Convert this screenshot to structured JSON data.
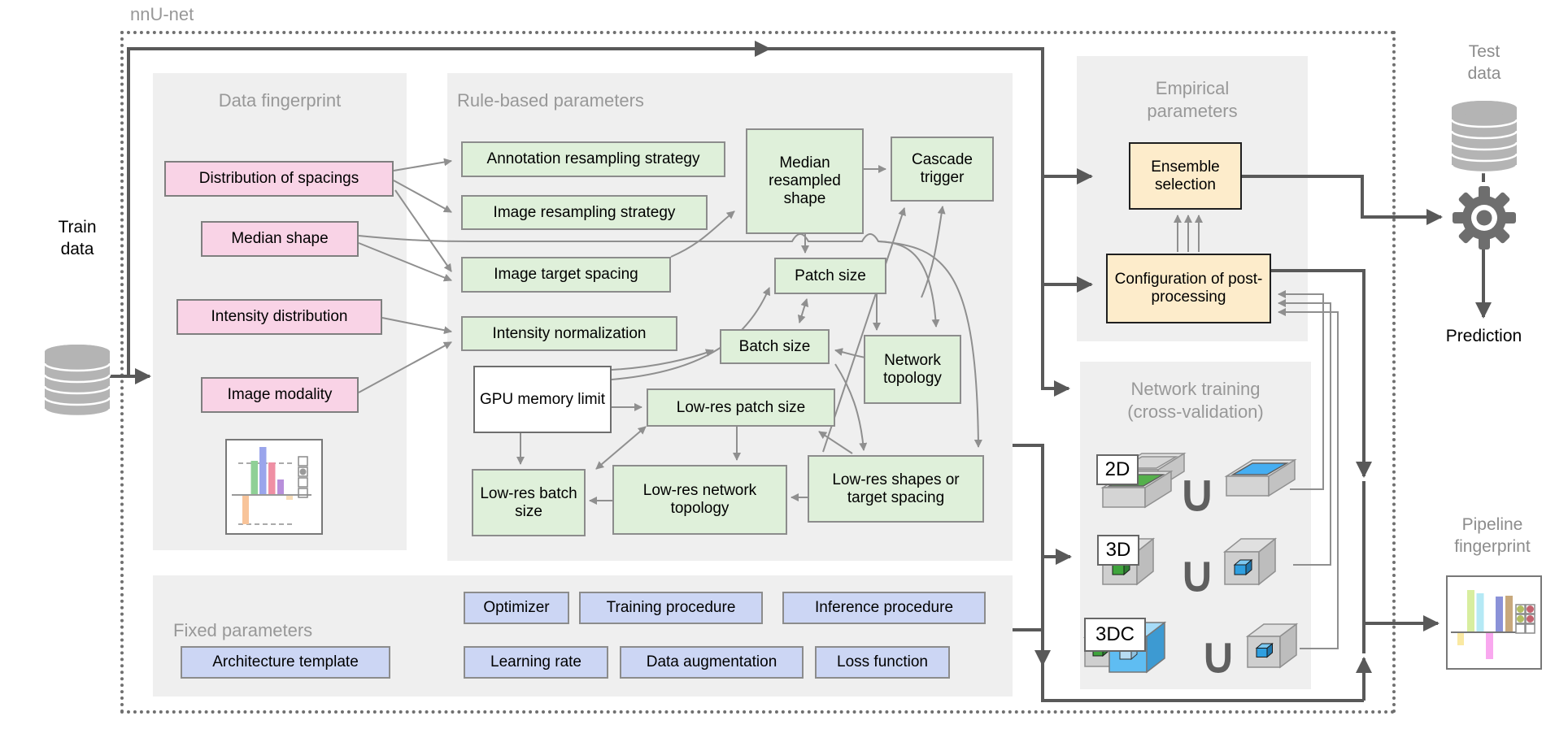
{
  "diagram_label": "nnU-net",
  "train": {
    "label": "Train data"
  },
  "test": {
    "label": "Test data"
  },
  "prediction_label": "Prediction",
  "pipeline_label": "Pipeline fingerprint",
  "icons": {
    "union_symbol": "∪"
  },
  "panels": {
    "data_fingerprint": {
      "title": "Data fingerprint",
      "boxes": [
        "Distribution of spacings",
        "Median shape",
        "Intensity distribution",
        "Image modality"
      ]
    },
    "rule_based": {
      "title": "Rule-based parameters",
      "boxes": [
        "Annotation resampling strategy",
        "Image resampling strategy",
        "Image target spacing",
        "Intensity normalization",
        "GPU memory limit",
        "Median resampled shape",
        "Cascade trigger",
        "Patch size",
        "Batch size",
        "Network topology",
        "Low-res patch size",
        "Low-res batch size",
        "Low-res network topology",
        "Low-res shapes or target spacing"
      ]
    },
    "fixed": {
      "title": "Fixed parameters",
      "boxes": [
        "Optimizer",
        "Training procedure",
        "Inference procedure",
        "Architecture template",
        "Learning rate",
        "Data augmentation",
        "Loss function"
      ]
    },
    "empirical": {
      "title": "Empirical parameters",
      "boxes": [
        "Ensemble selection",
        "Configuration of post-processing"
      ]
    },
    "network_training": {
      "title_line1": "Network training",
      "title_line2": "(cross-validation)",
      "rows": [
        "2D",
        "3D",
        "3DC"
      ]
    }
  },
  "colors": {
    "panel_bg": "#efefef",
    "pink": "#f9d3e6",
    "green": "#dff0da",
    "lavender": "#ccd6f4",
    "cream": "#fdeccb",
    "line_dark": "#595959",
    "line_gray": "#8f8f8f",
    "title_gray": "#989898"
  }
}
